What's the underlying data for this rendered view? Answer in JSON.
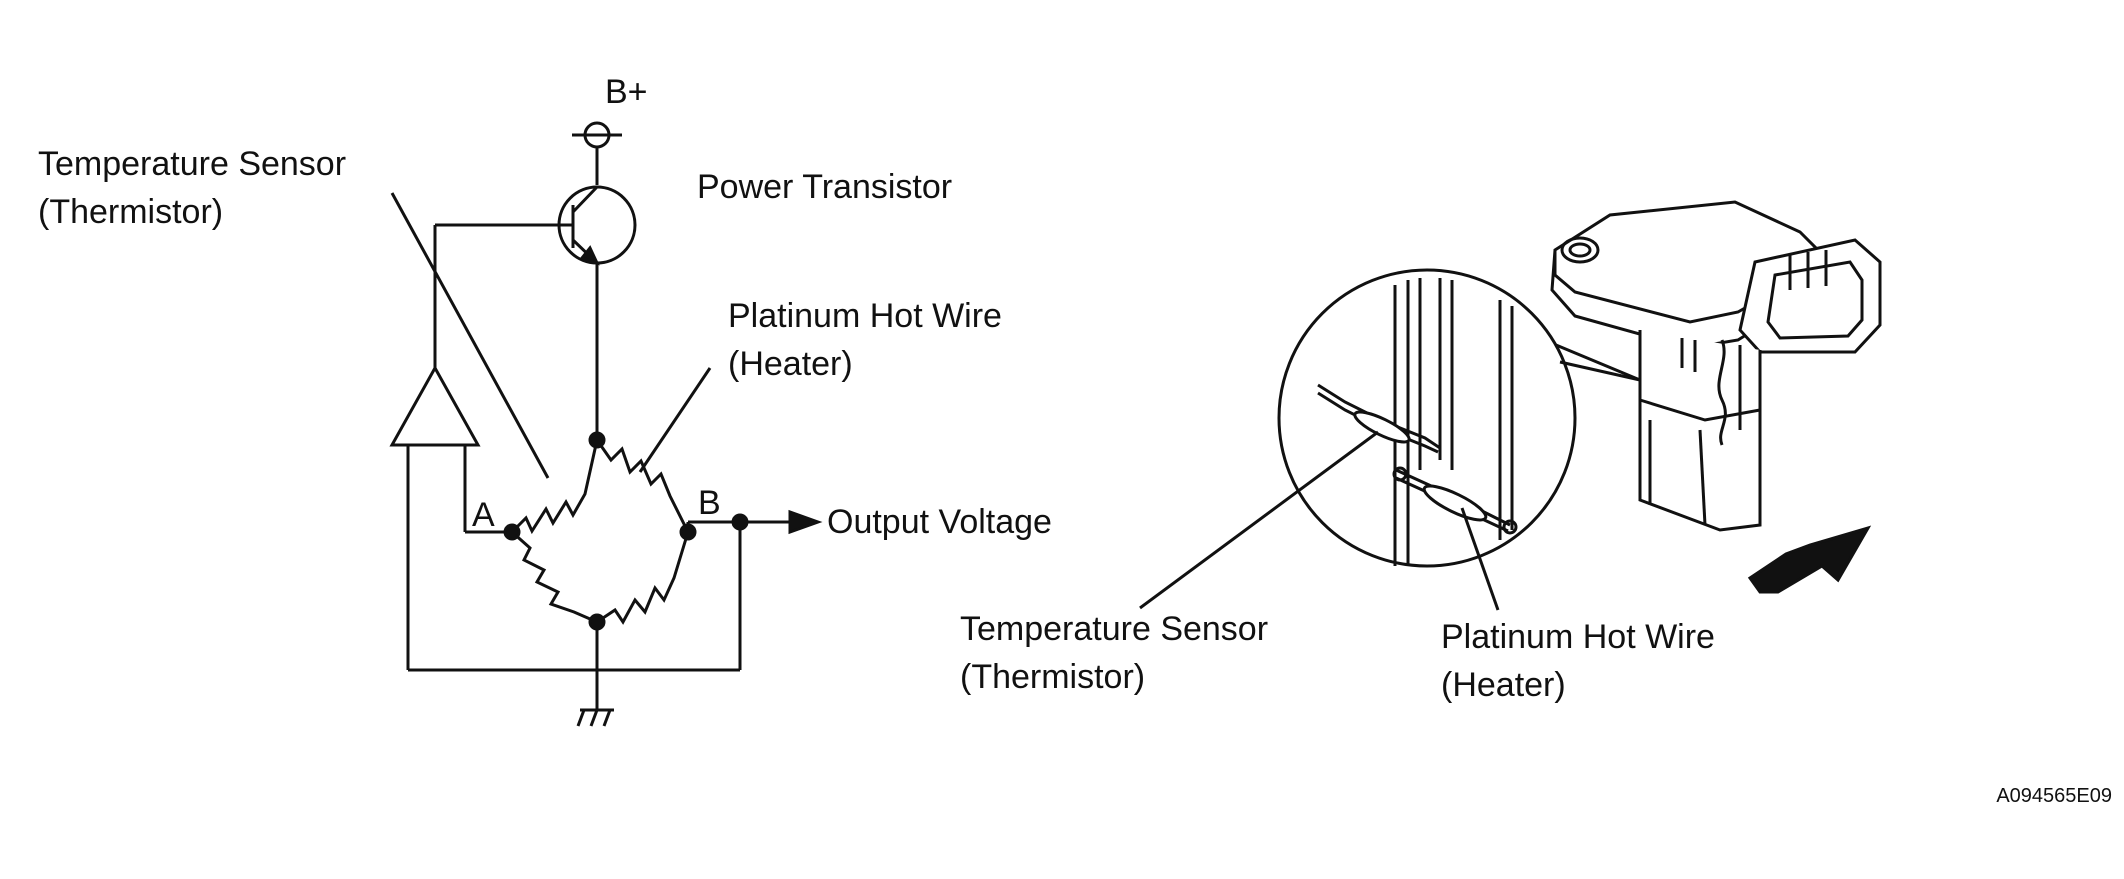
{
  "circuit": {
    "supply_label": "B+",
    "transistor_label": "Power Transistor",
    "thermistor_label_line1": "Temperature Sensor",
    "thermistor_label_line2": "(Thermistor)",
    "hotwire_label_line1": "Platinum Hot Wire",
    "hotwire_label_line2": "(Heater)",
    "node_a_label": "A",
    "node_b_label": "B",
    "output_label": "Output Voltage"
  },
  "sensor": {
    "thermistor_label_line1": "Temperature Sensor",
    "thermistor_label_line2": "(Thermistor)",
    "hotwire_label_line1": "Platinum Hot Wire",
    "hotwire_label_line2": "(Heater)"
  },
  "figure_code": "A094565E09",
  "colors": {
    "ink": "#111111",
    "background": "#ffffff",
    "arrow_fill": "#111111"
  }
}
